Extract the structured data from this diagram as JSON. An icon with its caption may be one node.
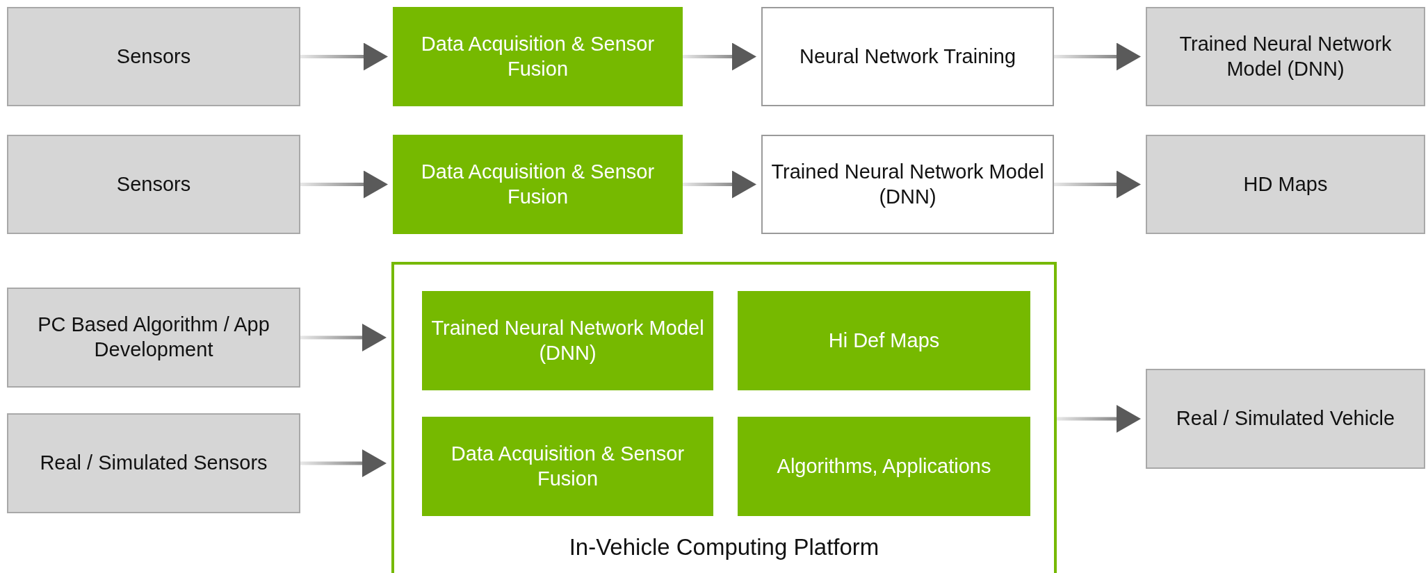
{
  "diagram": {
    "nodes": [
      {
        "text": [
          "Sensors"
        ]
      },
      {
        "text": [
          "Data Acquisition & Sensor Fusion"
        ]
      },
      {
        "text": [
          "Neural Network Training"
        ]
      },
      {
        "text": [
          "Trained Neural Network Model (DNN)"
        ]
      },
      {
        "text": [
          "Sensors"
        ]
      },
      {
        "text": [
          "Data Acquisition & Sensor Fusion"
        ]
      },
      {
        "text": [
          "Trained Neural Network Model (DNN)"
        ]
      },
      {
        "text": [
          "HD Maps"
        ]
      },
      {
        "text": [
          "PC Based Algorithm / App Development"
        ]
      },
      {
        "text": [
          "Real / Simulated Sensors"
        ]
      },
      {
        "text": [
          "In-Vehicle Computing Platform"
        ]
      },
      {
        "text": [
          "Trained Neural Network Model (DNN)"
        ],
        "in": 10
      },
      {
        "text": [
          "Hi Def Maps"
        ],
        "in": 10
      },
      {
        "text": [
          "Data Acquisition & Sensor Fusion"
        ],
        "in": 10
      },
      {
        "text": [
          "Algorithms, Applications"
        ],
        "in": 10
      },
      {
        "text": [
          "Real / Simulated Vehicle"
        ]
      }
    ],
    "edges": [
      {
        "from": 0,
        "to": 1,
        "arrow": "to"
      },
      {
        "from": 1,
        "to": 2,
        "arrow": "to"
      },
      {
        "from": 2,
        "to": 3,
        "arrow": "to"
      },
      {
        "from": 4,
        "to": 5,
        "arrow": "to"
      },
      {
        "from": 5,
        "to": 6,
        "arrow": "to"
      },
      {
        "from": 6,
        "to": 7,
        "arrow": "to"
      },
      {
        "from": 8,
        "to": 10,
        "arrow": "to"
      },
      {
        "from": 9,
        "to": 10,
        "arrow": "to"
      },
      {
        "from": 10,
        "to": 15,
        "arrow": "to"
      }
    ]
  }
}
